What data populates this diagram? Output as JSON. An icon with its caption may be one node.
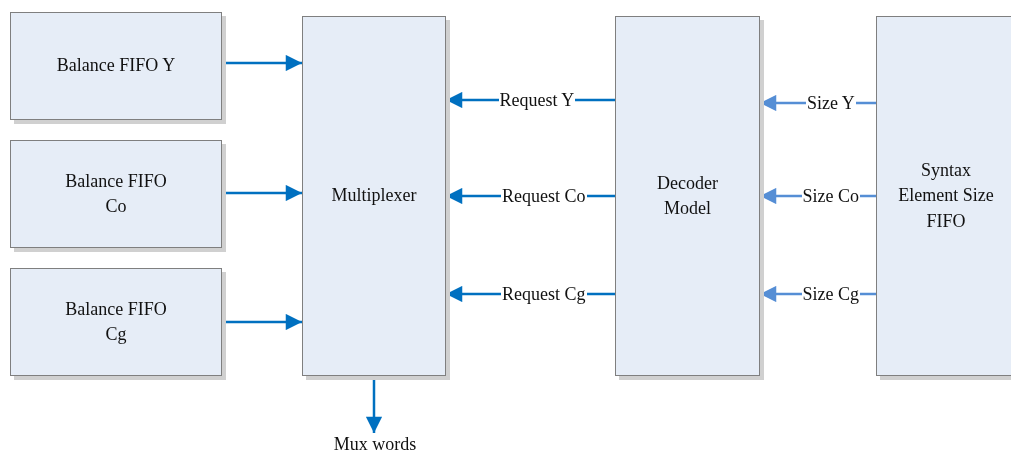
{
  "diagram": {
    "nodes": [
      {
        "text": [
          "Balance FIFO Y"
        ]
      },
      {
        "text": [
          "Balance FIFO Co"
        ]
      },
      {
        "text": [
          "Balance FIFO Cg"
        ]
      },
      {
        "text": [
          "Multiplexer"
        ]
      },
      {
        "text": [
          "Decoder Model"
        ]
      },
      {
        "text": [
          "Syntax Element Size FIFO"
        ]
      },
      {
        "text": [
          "Mux words"
        ]
      }
    ],
    "edges": [
      {
        "from": 0,
        "to": 3,
        "arrow": "to"
      },
      {
        "from": 1,
        "to": 3,
        "arrow": "to"
      },
      {
        "from": 2,
        "to": 3,
        "arrow": "to"
      },
      {
        "from": 4,
        "to": 3,
        "arrow": "to",
        "label": "Request Y"
      },
      {
        "from": 4,
        "to": 3,
        "arrow": "to",
        "label": "Request Co"
      },
      {
        "from": 4,
        "to": 3,
        "arrow": "to",
        "label": "Request Cg"
      },
      {
        "from": 5,
        "to": 4,
        "arrow": "to",
        "label": "Size Y",
        "color": "#558ed5"
      },
      {
        "from": 5,
        "to": 4,
        "arrow": "to",
        "label": "Size Co",
        "color": "#558ed5"
      },
      {
        "from": 5,
        "to": 4,
        "arrow": "to",
        "label": "Size Cg",
        "color": "#558ed5"
      },
      {
        "from": 3,
        "to": 6,
        "arrow": "to"
      }
    ]
  }
}
